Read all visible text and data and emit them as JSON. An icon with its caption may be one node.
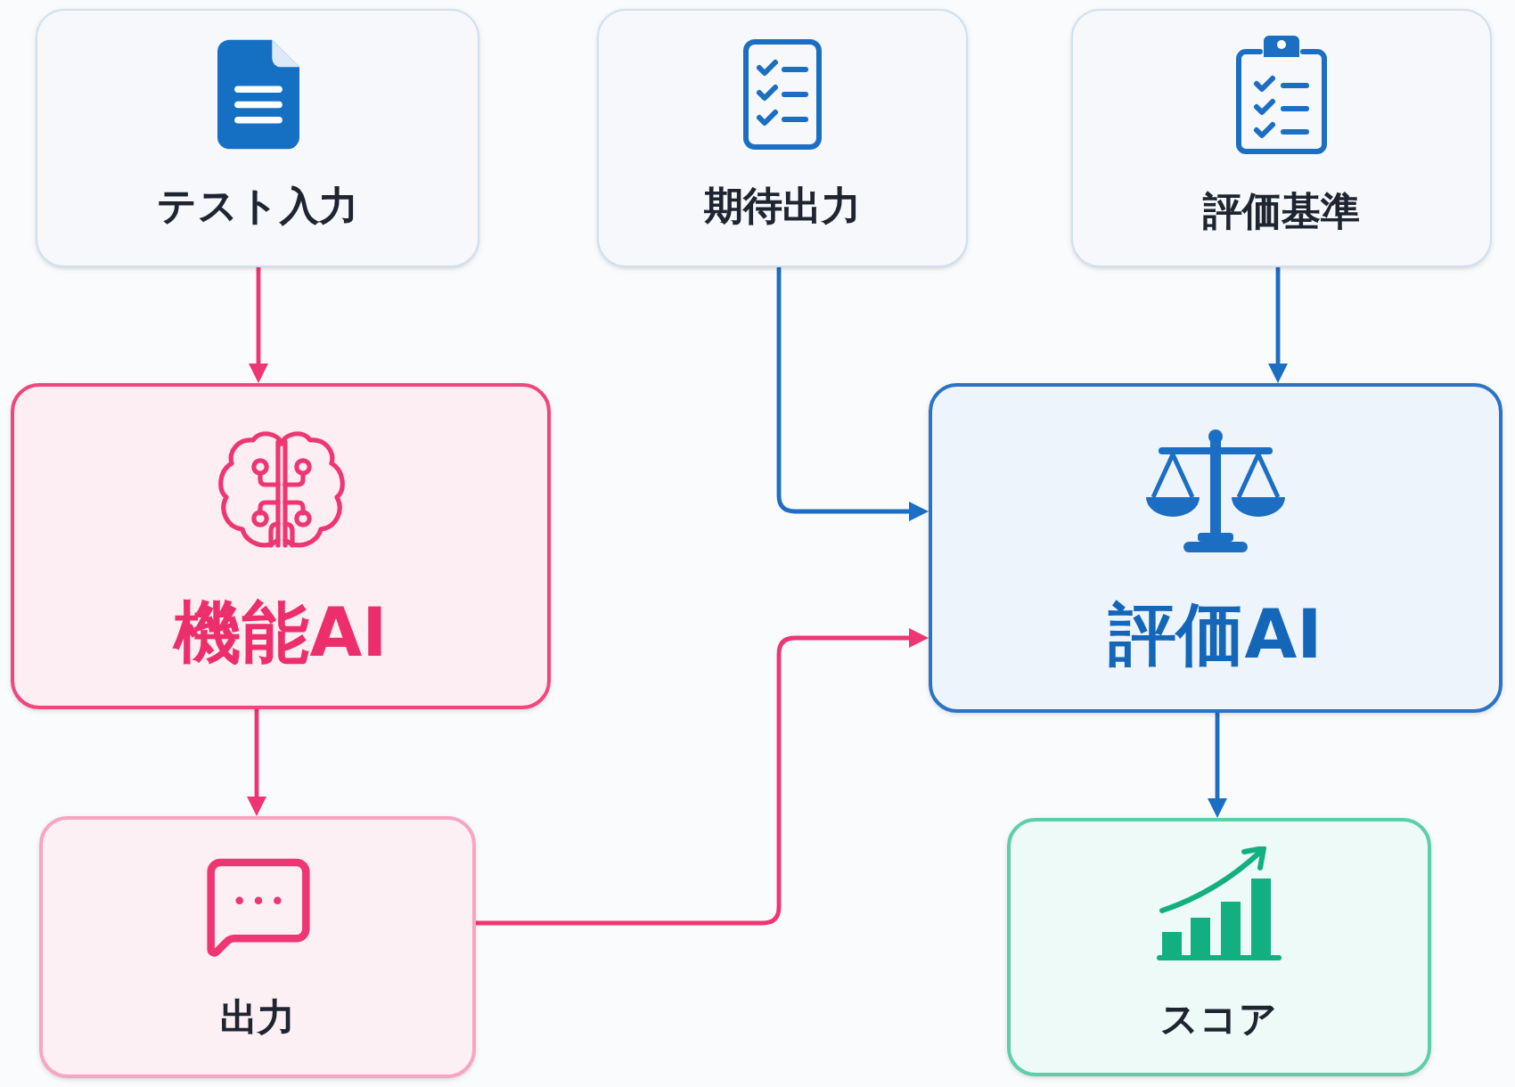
{
  "diagram": {
    "nodes": [
      {
        "text": [
          "テスト入力"
        ]
      },
      {
        "text": [
          "期待出力"
        ]
      },
      {
        "text": [
          "評価基準"
        ]
      },
      {
        "text": [
          "機能AI"
        ]
      },
      {
        "text": [
          "評価AI"
        ]
      },
      {
        "text": [
          "出力"
        ]
      },
      {
        "text": [
          "スコア"
        ]
      }
    ],
    "edges": [
      {
        "from": 0,
        "to": 3,
        "arrow": "to",
        "color": "#ee3672"
      },
      {
        "from": 1,
        "to": 4,
        "arrow": "to",
        "color": "#1b6ec2"
      },
      {
        "from": 2,
        "to": 4,
        "arrow": "to",
        "color": "#1b6ec2"
      },
      {
        "from": 3,
        "to": 5,
        "arrow": "to",
        "color": "#ee3672"
      },
      {
        "from": 5,
        "to": 4,
        "arrow": "to",
        "color": "#ee3672"
      },
      {
        "from": 4,
        "to": 6,
        "arrow": "to",
        "color": "#1b6ec2"
      }
    ]
  }
}
